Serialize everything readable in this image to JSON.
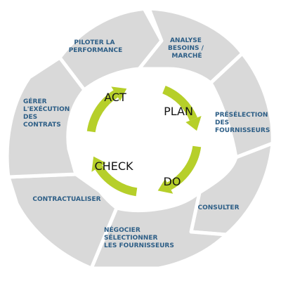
{
  "colors": {
    "segment_fill": "#d9d9d9",
    "segment_gap": "#ffffff",
    "segment_text": "#2d5e86",
    "cycle_arrow": "#b6cf2a",
    "pdca_text": "#151515",
    "background": "#ffffff"
  },
  "segments": [
    {
      "id": "piloter",
      "lines": [
        "PILOTER LA",
        "PERFORMANCE"
      ]
    },
    {
      "id": "analyse",
      "lines": [
        "ANALYSE",
        "BESOINS /",
        "MARCHÉ"
      ]
    },
    {
      "id": "preselection",
      "lines": [
        "PRÉSÉLECTION",
        "DES",
        "FOURNISSEURS"
      ]
    },
    {
      "id": "consulter",
      "lines": [
        "CONSULTER"
      ]
    },
    {
      "id": "negocier",
      "lines": [
        "NÉGOCIER",
        "SÉLECTIONNER",
        "LES FOURNISSEURS"
      ]
    },
    {
      "id": "contractualiser",
      "lines": [
        "CONTRACTUALISER"
      ]
    },
    {
      "id": "gerer",
      "lines": [
        "GÉRER",
        "L'EXÉCUTION",
        "DES",
        "CONTRATS"
      ]
    }
  ],
  "pdca": {
    "act": "ACT",
    "plan": "PLAN",
    "do": "DO",
    "check": "CHECK"
  },
  "icons": {
    "cycle_arrows": "clockwise-arrow-icon"
  }
}
